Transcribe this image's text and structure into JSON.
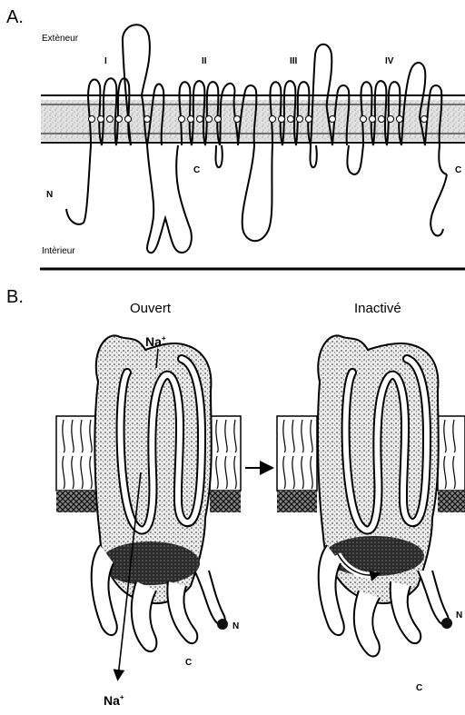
{
  "panel_a": {
    "label": "A.",
    "outside_label": "Extèneur",
    "inside_label": "Intèrieur",
    "domains": [
      "I",
      "II",
      "III",
      "IV"
    ],
    "n_terminus": "N",
    "c_terminus_inner": "C",
    "c_terminus_edge": "C"
  },
  "panel_b": {
    "label": "B.",
    "open_title": "Ouvert",
    "inactivated_title": "Inactivé",
    "ion_top": "Na",
    "ion_top_sup": "+",
    "ion_bottom": "Na",
    "ion_bottom_sup": "+",
    "n_open": "N",
    "c_open": "C",
    "n_inactivated": "N",
    "c_inactivated": "C"
  }
}
